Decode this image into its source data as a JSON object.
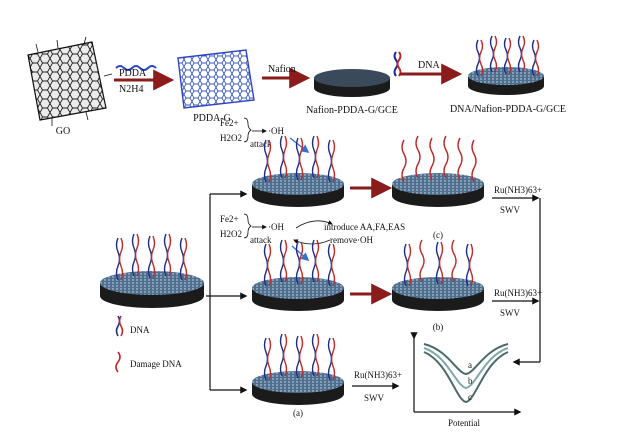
{
  "labels": {
    "go": "GO",
    "pdda_arrow": "PDDA",
    "n2h4_arrow": "N2H4",
    "pdda_g": "PDDA-G",
    "nafion_arrow": "Nafion",
    "nafion_pdda_g": "Nafion-PDDA-G/GCE",
    "dna_arrow": "DNA",
    "dna_nafion": "DNA/Nafion-PDDA-G/GCE",
    "fe2": "Fe2+",
    "h2o2": "H2O2",
    "oh": "·OH",
    "attack": "attack",
    "introduce": "introduce AA,FA,EAS",
    "remove_oh": "remove·OH",
    "ru_label": "Ru(NH3)63+",
    "swv": "SWV",
    "label_a": "(a)",
    "label_b": "(b)",
    "label_c": "(c)",
    "legend_dna": "DNA",
    "legend_damage": "Damage DNA",
    "potential": "Potential",
    "peak_a": "a",
    "peak_b": "b",
    "peak_c": "c"
  },
  "colors": {
    "intact_dna": "#1e2a8a",
    "intact_dna_red": "#c0282a",
    "damage_dna": "#c0282a",
    "arrow": "#8a1c1c",
    "electrode_dark": "#1b1b1b",
    "electrode_top": "#4f6f8f",
    "curve": "#4a6a6a",
    "curve_inner": "#7fa9a9"
  }
}
